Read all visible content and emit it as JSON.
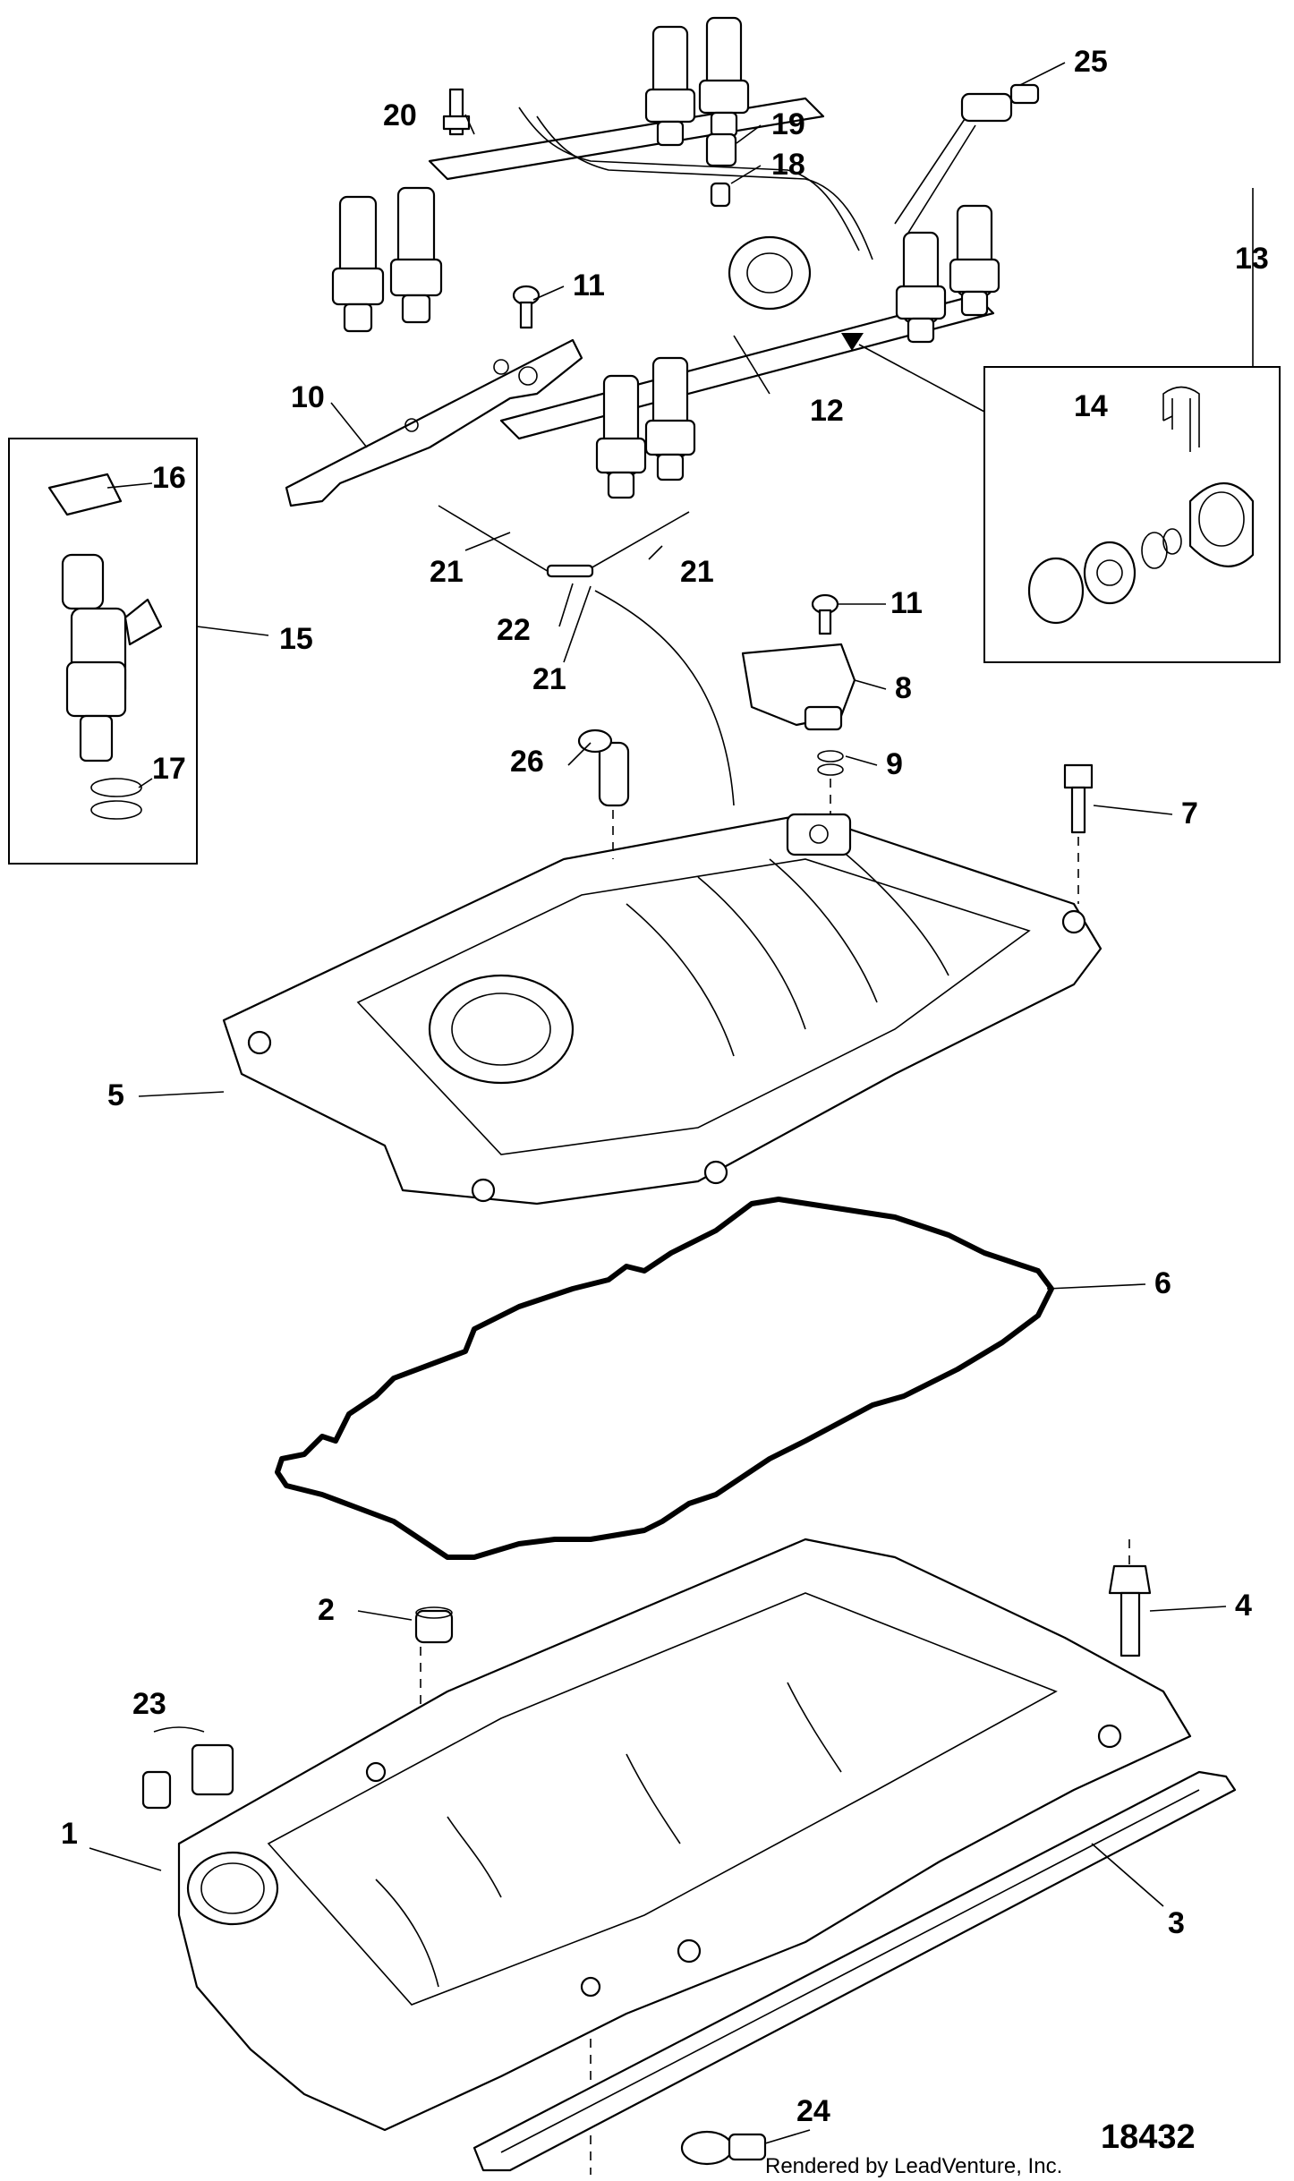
{
  "callouts": {
    "c1": "1",
    "c2": "2",
    "c3": "3",
    "c4": "4",
    "c5": "5",
    "c6": "6",
    "c7": "7",
    "c8": "8",
    "c9": "9",
    "c10": "10",
    "c11a": "11",
    "c11b": "11",
    "c12": "12",
    "c13": "13",
    "c14": "14",
    "c15": "15",
    "c16": "16",
    "c17": "17",
    "c18": "18",
    "c19": "19",
    "c20": "20",
    "c21a": "21",
    "c21b": "21",
    "c21c": "21",
    "c22": "22",
    "c23": "23",
    "c24": "24",
    "c25": "25",
    "c26": "26"
  },
  "footer": {
    "credit": "Rendered by LeadVenture, Inc.",
    "figure_number": "18432"
  }
}
